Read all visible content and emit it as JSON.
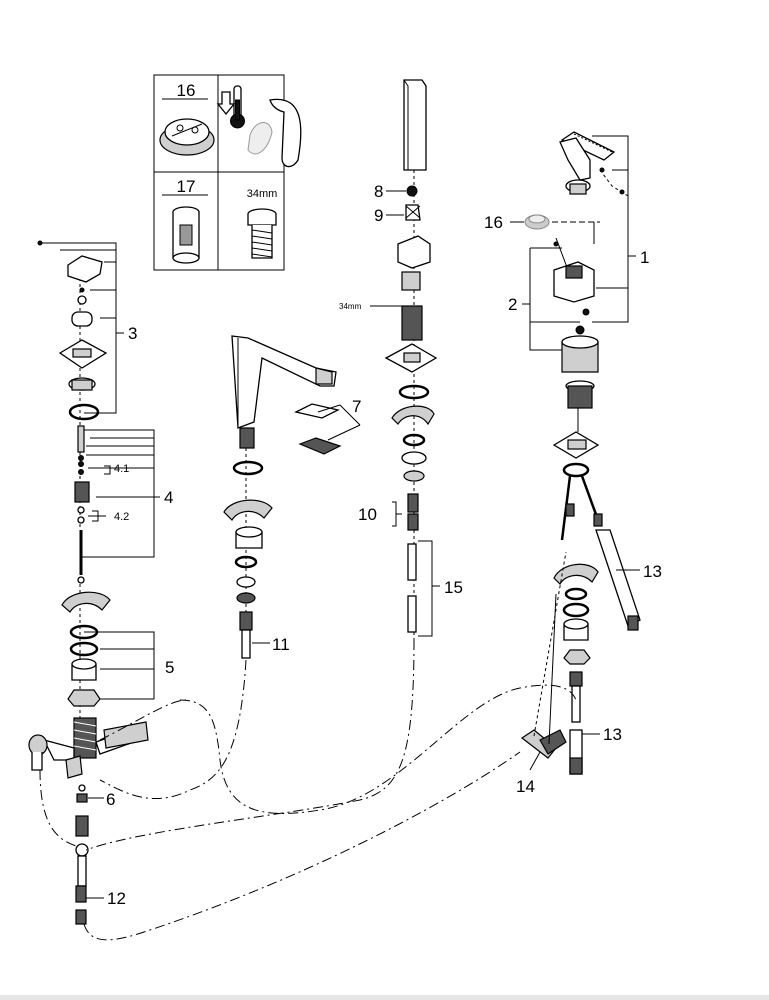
{
  "labels": {
    "l1": "1",
    "l2": "2",
    "l3": "3",
    "l4": "4",
    "l4_1": "4.1",
    "l4_2": "4.2",
    "l5": "5",
    "l6": "6",
    "l7": "7",
    "l8": "8",
    "l9": "9",
    "l10": "10",
    "l11": "11",
    "l12": "12",
    "l13a": "13",
    "l13b": "13",
    "l14": "14",
    "l15": "15",
    "l16": "16"
  },
  "legend": {
    "cell16": "16",
    "cell17": "17",
    "size": "34mm"
  },
  "dimension_34mm": "34mm"
}
